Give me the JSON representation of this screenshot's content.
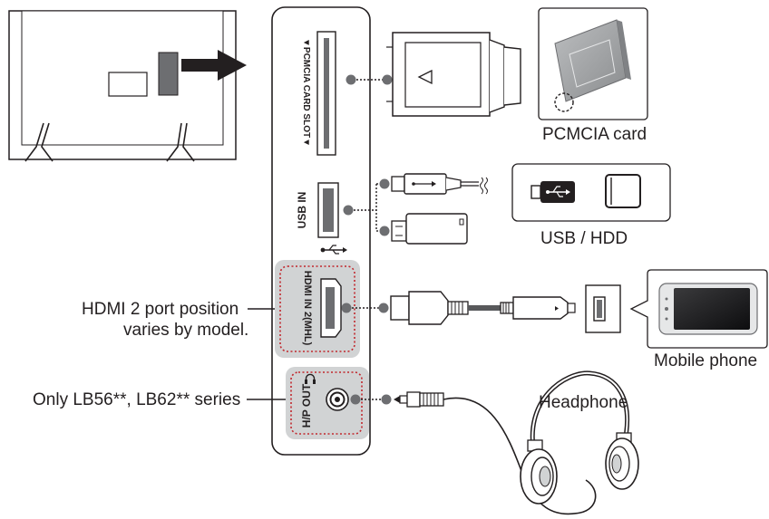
{
  "labels": {
    "pcmcia_slot": "▼PCMCIA CARD SLOT▼",
    "usb_in": "USB IN",
    "hdmi_port": "HDMI IN 2(MHL)",
    "hp_out": "H/P OUT",
    "pcmcia_card": "PCMCIA card",
    "usb_hdd": "USB / HDD",
    "mobile_phone": "Mobile phone",
    "headphone": "Headphone",
    "hdmi_note_line1": "HDMI 2 port position",
    "hdmi_note_line2": "varies by model.",
    "series_note": "Only LB56**, LB62** series"
  },
  "colors": {
    "line": "#231f20",
    "gray": "#6d6e71",
    "dark_gray": "#58595b",
    "light_gray": "#d1d3d4",
    "highlight_dash": "#c1272d"
  },
  "icons": [
    "arrow-right-icon",
    "usb-symbol-icon",
    "headphone-symbol-icon"
  ]
}
